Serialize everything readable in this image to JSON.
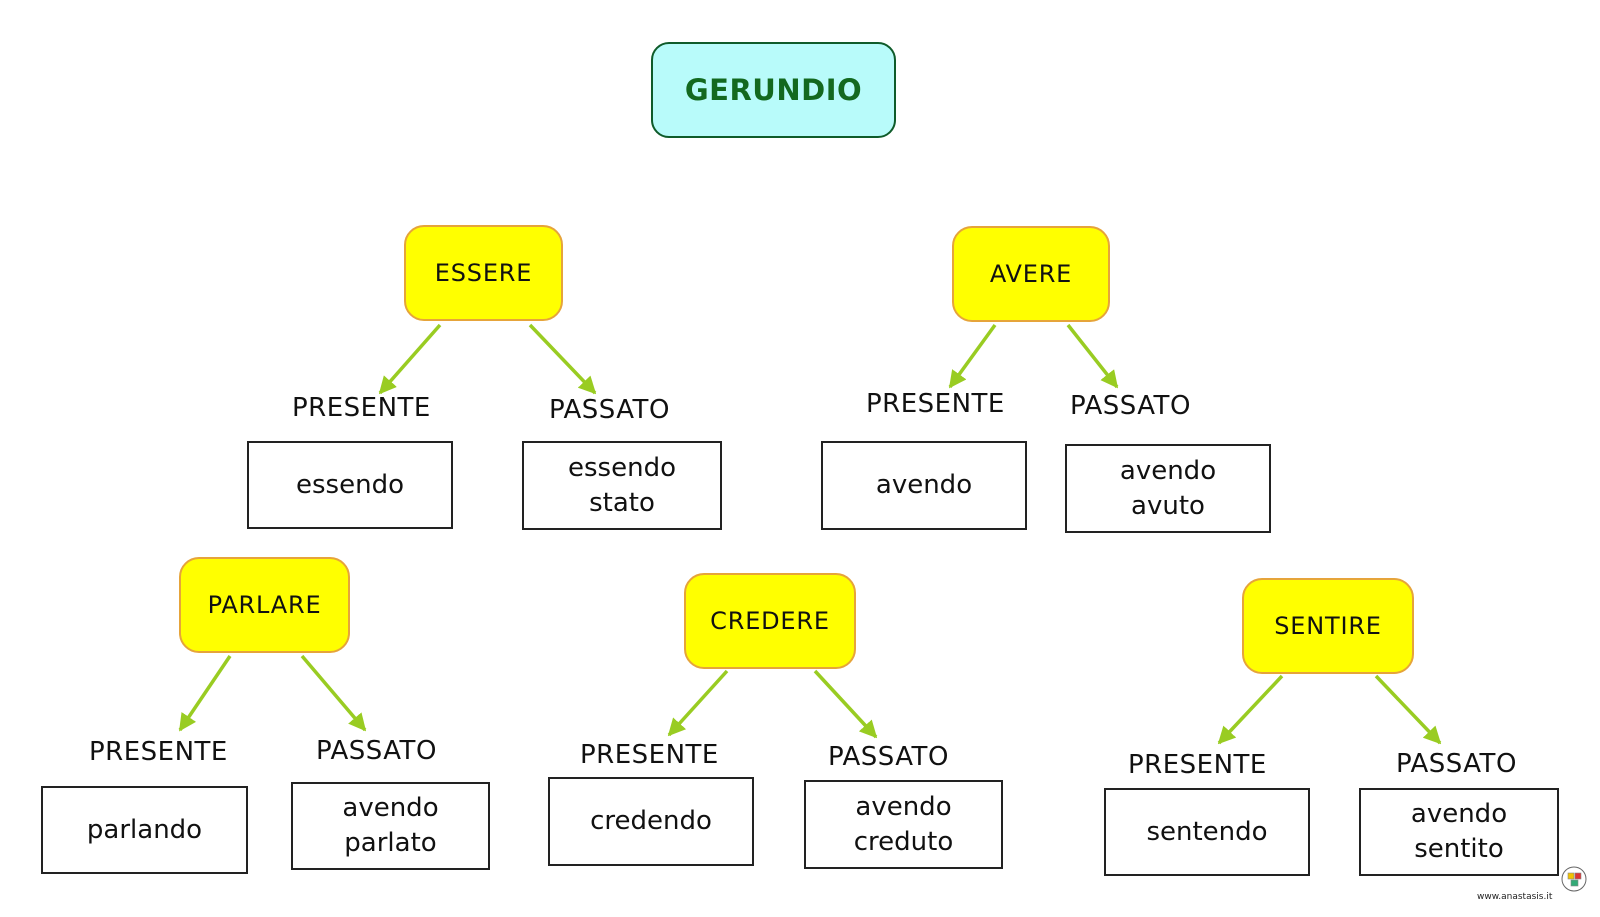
{
  "title": "GERUNDIO",
  "presente_label": "PRESENTE",
  "passato_label": "PASSATO",
  "verbs": [
    {
      "name": "ESSERE",
      "presente": [
        "essendo"
      ],
      "passato": [
        "essendo",
        "stato"
      ]
    },
    {
      "name": "AVERE",
      "presente": [
        "avendo"
      ],
      "passato": [
        "avendo",
        "avuto"
      ]
    },
    {
      "name": "PARLARE",
      "presente": [
        "parlando"
      ],
      "passato": [
        "avendo",
        "parlato"
      ]
    },
    {
      "name": "CREDERE",
      "presente": [
        "credendo"
      ],
      "passato": [
        "avendo",
        "creduto"
      ]
    },
    {
      "name": "SENTIRE",
      "presente": [
        "sentendo"
      ],
      "passato": [
        "avendo",
        "sentito"
      ]
    }
  ],
  "footer": {
    "url": "www.anastasis.it"
  },
  "colors": {
    "title_fill": "#b8fbfa",
    "title_text": "#13691f",
    "verb_fill": "#ffff00",
    "verb_border": "#e6a43a",
    "arrow": "#99cc22"
  }
}
